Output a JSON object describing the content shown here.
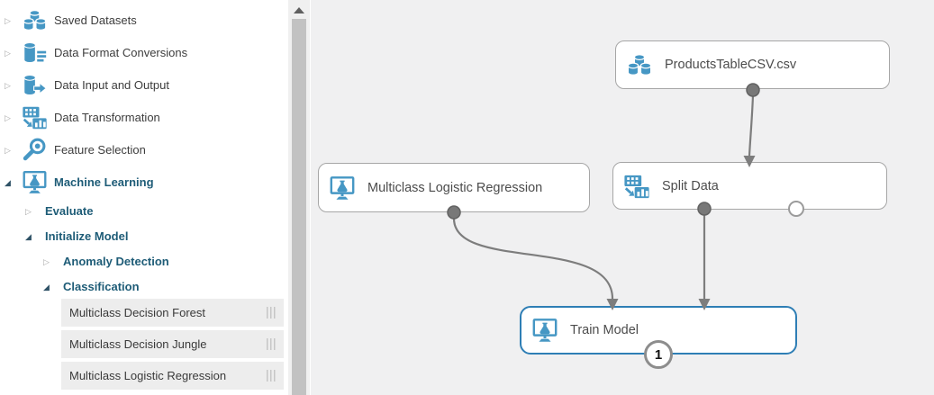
{
  "sidebar": {
    "categories": [
      {
        "label": "Saved Datasets",
        "icon": "saved-datasets-icon",
        "state": "collapsed"
      },
      {
        "label": "Data Format Conversions",
        "icon": "data-format-conversions-icon",
        "state": "collapsed"
      },
      {
        "label": "Data Input and Output",
        "icon": "data-input-output-icon",
        "state": "collapsed"
      },
      {
        "label": "Data Transformation",
        "icon": "data-transformation-icon",
        "state": "collapsed"
      },
      {
        "label": "Feature Selection",
        "icon": "feature-selection-icon",
        "state": "collapsed"
      },
      {
        "label": "Machine Learning",
        "icon": "machine-learning-icon",
        "state": "expanded"
      }
    ],
    "machine_learning_children": [
      {
        "label": "Evaluate",
        "state": "collapsed"
      },
      {
        "label": "Initialize Model",
        "state": "expanded"
      }
    ],
    "initialize_model_children": [
      {
        "label": "Anomaly Detection",
        "state": "collapsed"
      },
      {
        "label": "Classification",
        "state": "expanded"
      }
    ],
    "classification_modules": [
      {
        "label": "Multiclass Decision Forest"
      },
      {
        "label": "Multiclass Decision Jungle"
      },
      {
        "label": "Multiclass Logistic Regression"
      }
    ]
  },
  "canvas": {
    "nodes": [
      {
        "label": "ProductsTableCSV.csv",
        "icon": "saved-datasets-icon",
        "selected": false
      },
      {
        "label": "Multiclass Logistic Regression",
        "icon": "machine-learning-icon",
        "selected": false
      },
      {
        "label": "Split Data",
        "icon": "data-transformation-icon",
        "selected": false
      },
      {
        "label": "Train Model",
        "icon": "machine-learning-icon",
        "selected": true,
        "output_badge": "1"
      }
    ],
    "connections": [
      {
        "from": "ProductsTableCSV.csv",
        "to": "Split Data"
      },
      {
        "from": "Multiclass Logistic Regression",
        "to": "Train Model"
      },
      {
        "from": "Split Data",
        "to": "Train Model"
      }
    ]
  },
  "colors": {
    "icon_blue": "#4697c4",
    "category_text": "#1e5c77",
    "selected_node_border": "#2e7eb5",
    "node_border": "#a6a6a6",
    "canvas_background": "#f0f0f1",
    "wire_gray": "#7d7d7d",
    "leaf_background": "#ededed"
  }
}
